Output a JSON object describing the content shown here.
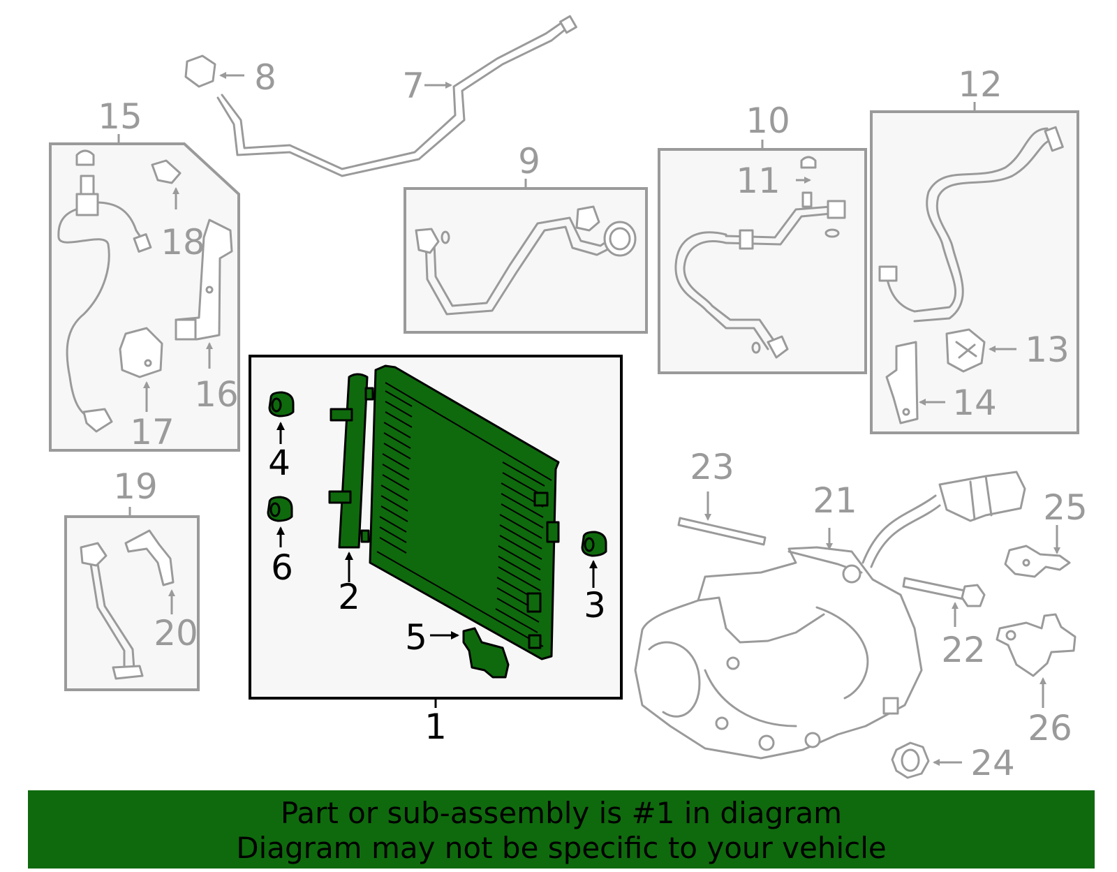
{
  "colors": {
    "highlight": "#0f6a0d",
    "gray": "#9a9a9a",
    "box_fill": "#f7f7f7"
  },
  "callouts": [
    "1",
    "2",
    "3",
    "4",
    "5",
    "6",
    "7",
    "8",
    "9",
    "10",
    "11",
    "12",
    "13",
    "14",
    "15",
    "16",
    "17",
    "18",
    "19",
    "20",
    "21",
    "22",
    "23",
    "24",
    "25",
    "26"
  ],
  "banner": {
    "line1": "Part or sub-assembly is #1 in diagram",
    "line2": "Diagram may not be specific to your vehicle"
  }
}
